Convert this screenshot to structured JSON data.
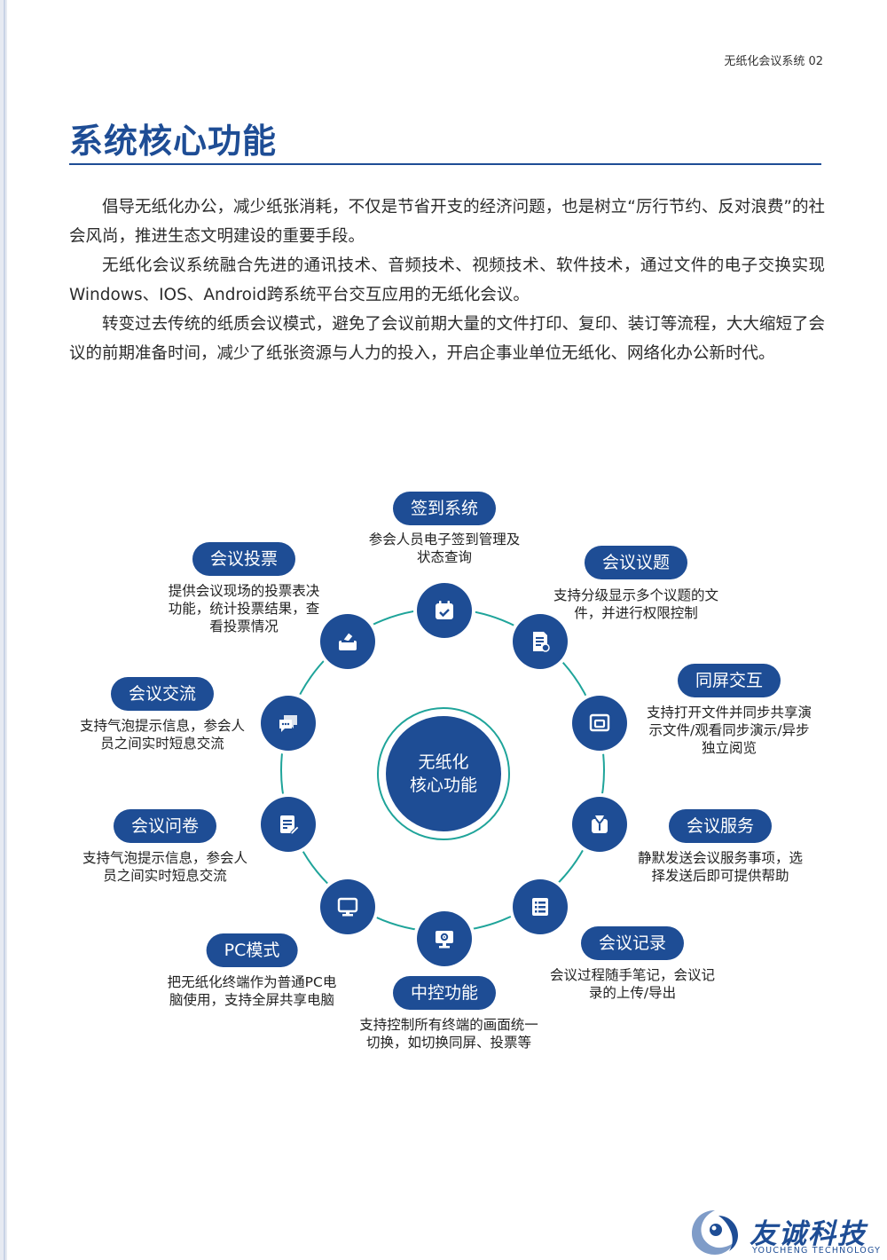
{
  "header": {
    "text": "无纸化会议系统  02"
  },
  "title": "系统核心功能",
  "intro": [
    "倡导无纸化办公，减少纸张消耗，不仅是节省开支的经济问题，也是树立“厉行节约、反对浪费”的社会风尚，推进生态文明建设的重要手段。",
    "无纸化会议系统融合先进的通讯技术、音频技术、视频技术、软件技术，通过文件的电子交换实现Windows、IOS、Android跨系统平台交互应用的无纸化会议。",
    "转变过去传统的纸质会议模式，避免了会议前期大量的文件打印、复印、装订等流程，大大缩短了会议的前期准备时间，减少了纸张资源与人力的投入，开启企事业单位无纸化、网络化办公新时代。"
  ],
  "center": {
    "line1": "无纸化",
    "line2": "核心功能"
  },
  "features": [
    {
      "label": "签到系统",
      "icon": "calendar-check-icon",
      "desc1": "参会人员电子签到管理及",
      "desc2": "状态查询",
      "desc3": ""
    },
    {
      "label": "会议议题",
      "icon": "document-icon",
      "desc1": "支持分级显示多个议题的文",
      "desc2": "件，并进行权限控制",
      "desc3": ""
    },
    {
      "label": "同屏交互",
      "icon": "screen-share-icon",
      "desc1": "支持打开文件并同步共享演",
      "desc2": "示文件/观看同步演示/异步",
      "desc3": "独立阅览"
    },
    {
      "label": "会议服务",
      "icon": "service-icon",
      "desc1": "静默发送会议服务事项，选",
      "desc2": "择发送后即可提供帮助",
      "desc3": ""
    },
    {
      "label": "会议记录",
      "icon": "notes-icon",
      "desc1": "会议过程随手笔记，会议记",
      "desc2": "录的上传/导出",
      "desc3": ""
    },
    {
      "label": "中控功能",
      "icon": "monitor-gear-icon",
      "desc1": "支持控制所有终端的画面统一",
      "desc2": "切换，如切换同屏、投票等",
      "desc3": ""
    },
    {
      "label": "PC模式",
      "icon": "monitor-icon",
      "desc1": "把无纸化终端作为普通PC电",
      "desc2": "脑使用，支持全屏共享电脑",
      "desc3": ""
    },
    {
      "label": "会议问卷",
      "icon": "questionnaire-icon",
      "desc1": "支持气泡提示信息，参会人",
      "desc2": "员之间实时短息交流",
      "desc3": ""
    },
    {
      "label": "会议交流",
      "icon": "chat-icon",
      "desc1": "支持气泡提示信息，参会人",
      "desc2": "员之间实时短息交流",
      "desc3": ""
    },
    {
      "label": "会议投票",
      "icon": "ballot-box-icon",
      "desc1": "提供会议现场的投票表决",
      "desc2": "功能，统计投票结果，查",
      "desc3": "看投票情况"
    }
  ],
  "brand": {
    "name": "友诚科技",
    "sub": "YOUCHENG TECHNOLOGY"
  }
}
